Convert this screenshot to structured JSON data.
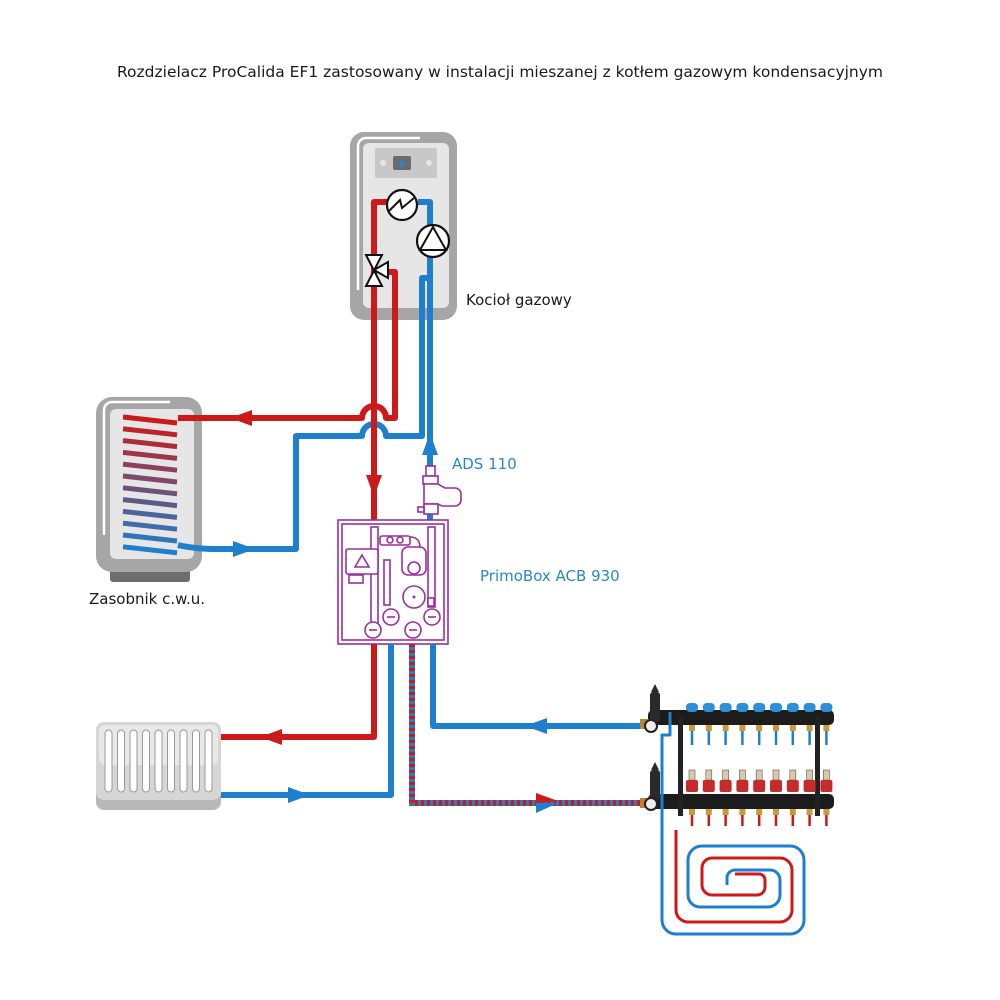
{
  "title": "Rozdzielacz ProCalida EF1 zastosowany w instalacji mieszanej z kotłem gazowym kondensacyjnym",
  "components": {
    "boiler": {
      "label": "Kocioł gazowy",
      "icon": "gas-boiler-icon"
    },
    "tank": {
      "label": "Zasobnik c.w.u.",
      "icon": "hot-water-tank-icon"
    },
    "separator": {
      "label": "ADS 110",
      "icon": "air-dirt-separator-icon"
    },
    "pump_group": {
      "label": "PrimoBox ACB 930",
      "icon": "pump-group-icon"
    },
    "radiator": {
      "icon": "radiator-icon"
    },
    "manifold": {
      "icon": "floor-heating-manifold-icon",
      "circuits": 9
    },
    "floor_loop": {
      "icon": "underfloor-heating-spiral-icon"
    }
  },
  "colors": {
    "supply": "#cc1a1a",
    "return": "#1e7fcc",
    "pump_group": "#9b2f9f",
    "label_blue": "#2a86c8",
    "appliance_gray": "#a6a6a6"
  }
}
